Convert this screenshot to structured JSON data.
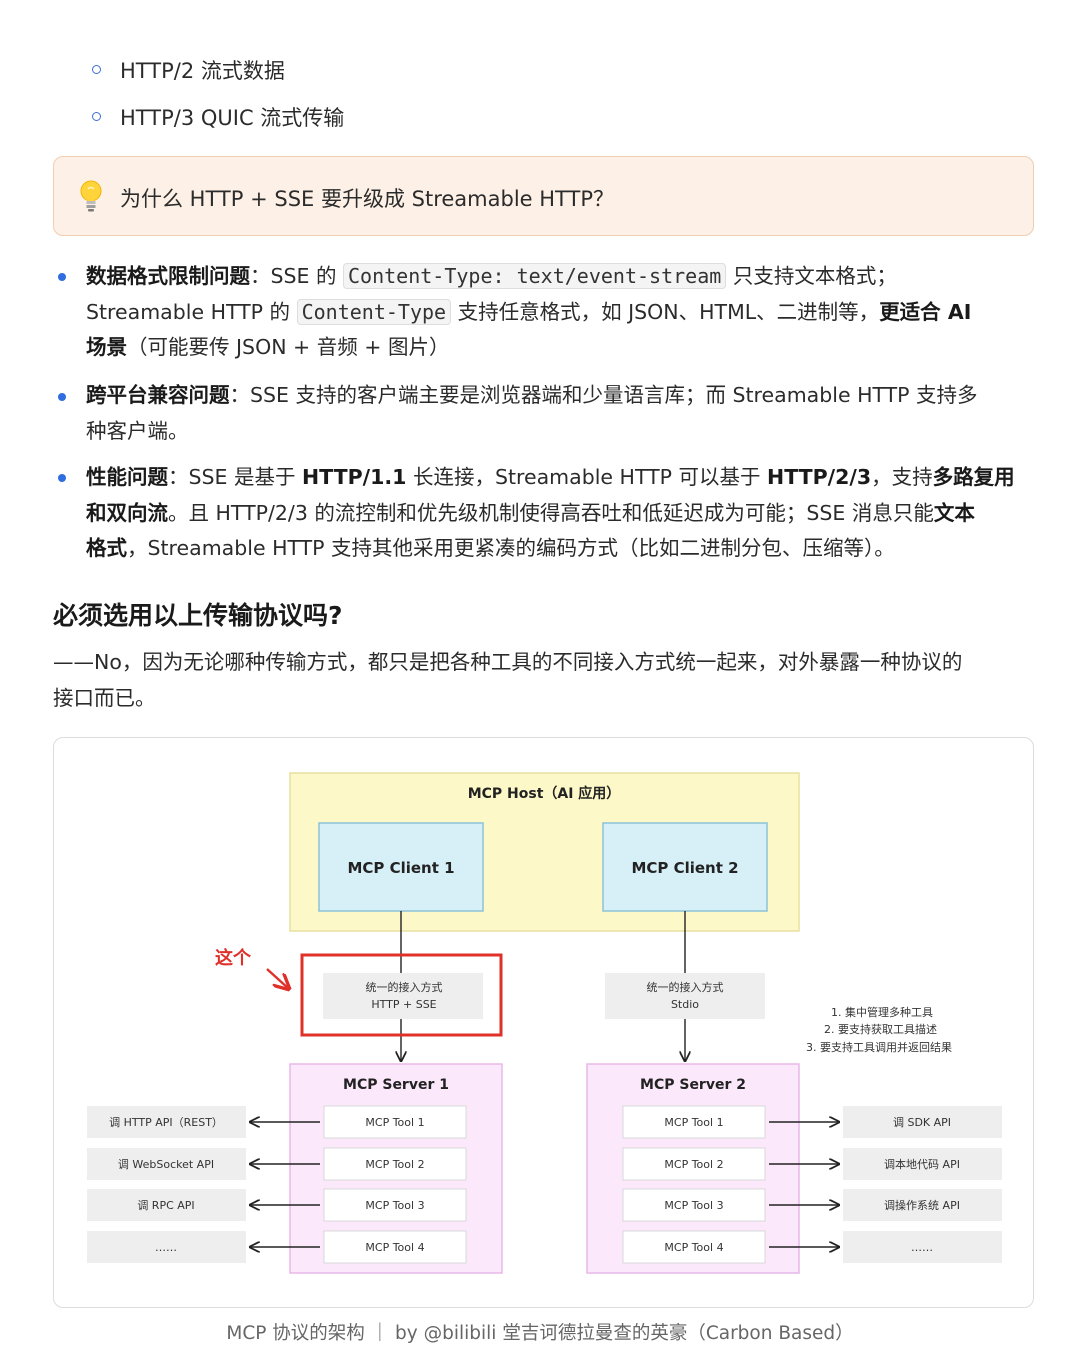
{
  "top_list": [
    "HTTP/2 流式数据",
    "HTTP/3 QUIC 流式传输"
  ],
  "callout": {
    "icon": "lightbulb-icon",
    "text": "为什么 HTTP + SSE  要升级成 Streamable HTTP？"
  },
  "points": [
    {
      "l1": {
        "b1": "数据格式限制问题",
        "t1": "：SSE 的 ",
        "code": "Content-Type: text/event-stream",
        "t2": " 只支持文本格式；"
      },
      "l2": {
        "t1": "Streamable HTTP 的 ",
        "code": "Content-Type",
        "t2": " 支持任意格式，如 JSON、HTML、二进制等，",
        "b1": "更适合 AI"
      },
      "l3": {
        "b1": "场景",
        "t1": "（可能要传 JSON + 音频 + 图片）"
      }
    },
    {
      "l1": {
        "b1": "跨平台兼容问题",
        "t1": "：SSE 支持的客户端主要是浏览器端和少量语言库；而 Streamable HTTP 支持多"
      },
      "l2": {
        "t1": "种客户端。"
      }
    },
    {
      "l1": {
        "b1": "性能问题",
        "t1": "：SSE 是基于 ",
        "b2": "HTTP/1.1",
        "t2": " 长连接，Streamable HTTP 可以基于 ",
        "b3": "HTTP/2/3",
        "t3": "，支持",
        "b4": "多路复用"
      },
      "l2": {
        "b1": "和双向流",
        "t1": "。且 HTTP/2/3 的流控制和优先级机制使得高吞吐和低延迟成为可能；SSE 消息只能",
        "b2": "文本"
      },
      "l3": {
        "b1": "格式",
        "t1": "，Streamable HTTP 支持其他采用更紧凑的编码方式（比如二进制分包、压缩等）。"
      }
    }
  ],
  "heading": "必须选用以上传输协议吗?",
  "answer": {
    "l1": "——No，因为无论哪种传输方式，都只是把各种工具的不同接入方式统一起来，对外暴露一种协议的",
    "l2": "接口而已。"
  },
  "diagram": {
    "host": "MCP Host（AI 应用）",
    "client1": "MCP Client 1",
    "client2": "MCP Client 2",
    "annotation": "这个",
    "transport1": {
      "l1": "统一的接入方式",
      "l2": "HTTP + SSE"
    },
    "transport2": {
      "l1": "统一的接入方式",
      "l2": "Stdio"
    },
    "notes": [
      "1. 集中管理多种工具",
      "2. 要支持获取工具描述",
      "3. 要支持工具调用并返回结果"
    ],
    "server1": "MCP Server 1",
    "server2": "MCP Server 2",
    "tools": [
      "MCP Tool 1",
      "MCP Tool 2",
      "MCP Tool 3",
      "MCP Tool 4"
    ],
    "left_apis": [
      "调 HTTP API（REST）",
      "调 WebSocket API",
      "调 RPC API",
      "……"
    ],
    "right_apis": [
      "调 SDK API",
      "调本地代码 API",
      "调操作系统 API",
      "……"
    ],
    "colors": {
      "host_fill": "#fdf8c8",
      "host_stroke": "#e8e0a0",
      "client_fill": "#d7f0f8",
      "client_stroke": "#8cc3d8",
      "server_fill": "#fbe8fb",
      "server_stroke": "#e8b8e8",
      "highlight": "#e0302a",
      "gray_box": "#eeeeee"
    }
  },
  "caption": "MCP 协议的架构 ｜  by @bilibili 堂吉诃德拉曼查的英豪（Carbon Based）"
}
